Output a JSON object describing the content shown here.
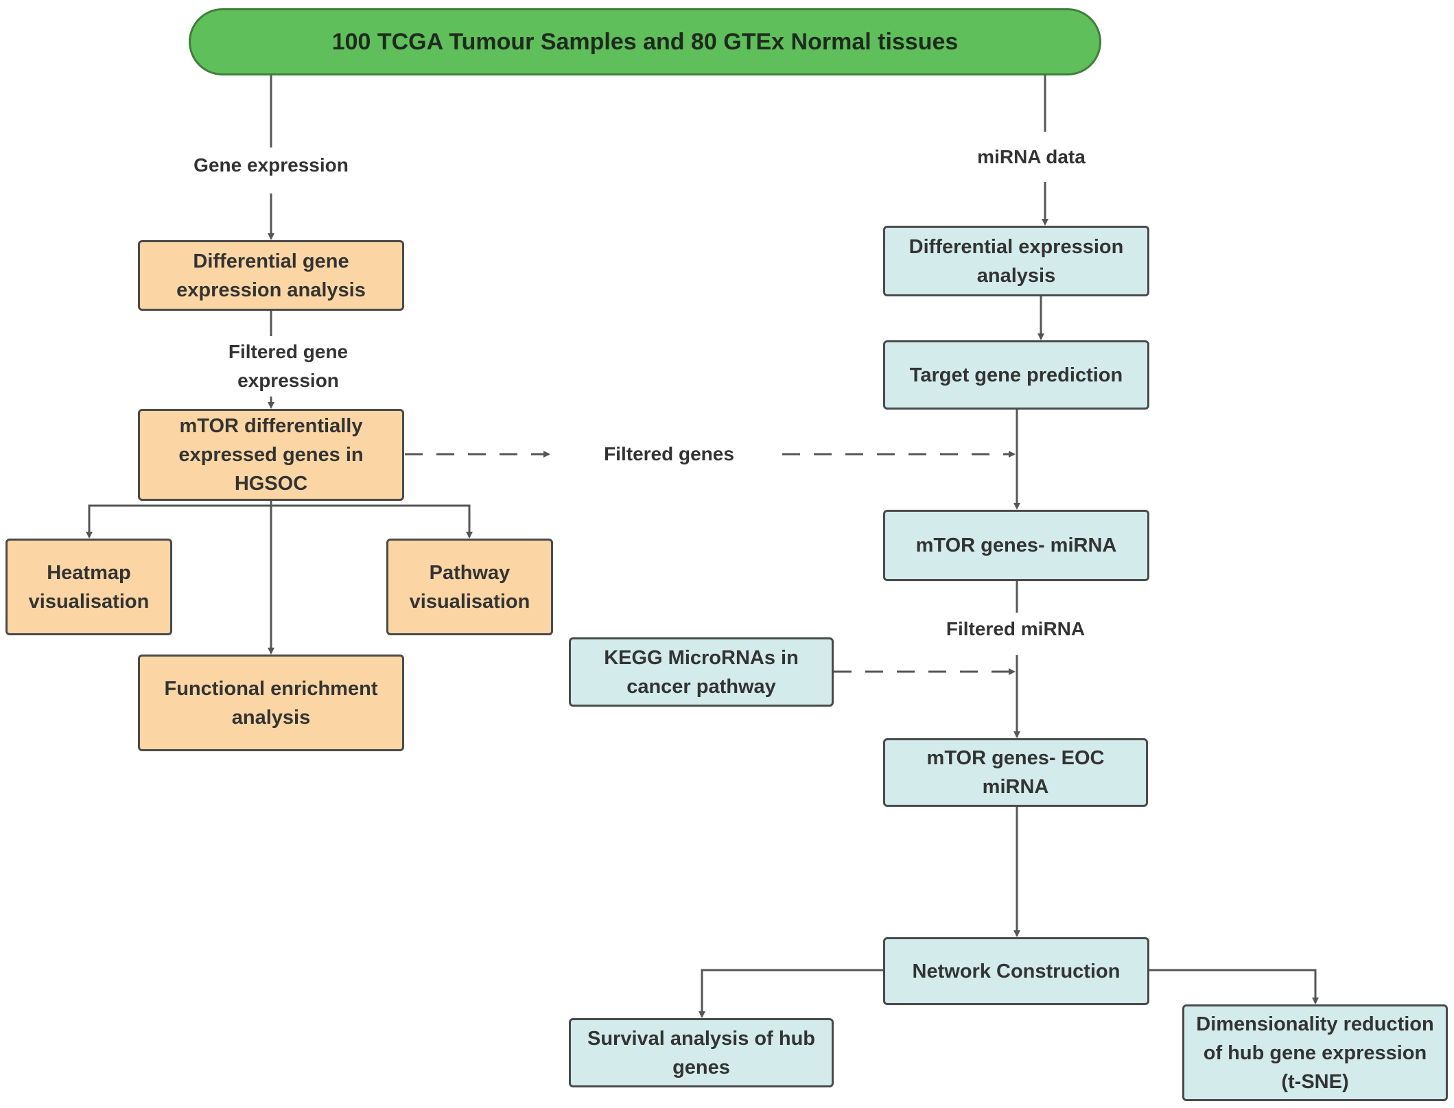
{
  "nodes": {
    "source": "100 TCGA Tumour Samples and 80 GTEx Normal tissues",
    "diff_gene_expr": "Differential gene\nexpression analysis",
    "mtor_deg": "mTOR differentially\nexpressed genes in\nHGSOC",
    "heatmap": "Heatmap\nvisualisation",
    "pathway": "Pathway\nvisualisation",
    "functional": "Functional enrichment\nanalysis",
    "diff_expr": "Differential expression\nanalysis",
    "target_pred": "Target gene prediction",
    "mtor_mirna": "mTOR genes-  miRNA",
    "kegg": "KEGG MicroRNAs in\ncancer pathway",
    "mtor_eoc": "mTOR genes-  EOC\nmiRNA",
    "network": "Network Construction",
    "survival": "Survival analysis of hub\ngenes",
    "dimred": "Dimensionality reduction\nof hub gene expression\n(t-SNE)"
  },
  "edge_labels": {
    "gene_expression": "Gene expression",
    "mirna_data": "miRNA data",
    "filtered_gene_expression": "Filtered gene\nexpression",
    "filtered_genes": "Filtered genes",
    "filtered_mirna": "Filtered miRNA"
  },
  "colors": {
    "source_fill": "#5fbf5a",
    "left_branch_fill": "#fbd6a4",
    "right_branch_fill": "#d3ebeb",
    "border": "#4a4a4a",
    "edge": "#555555"
  }
}
